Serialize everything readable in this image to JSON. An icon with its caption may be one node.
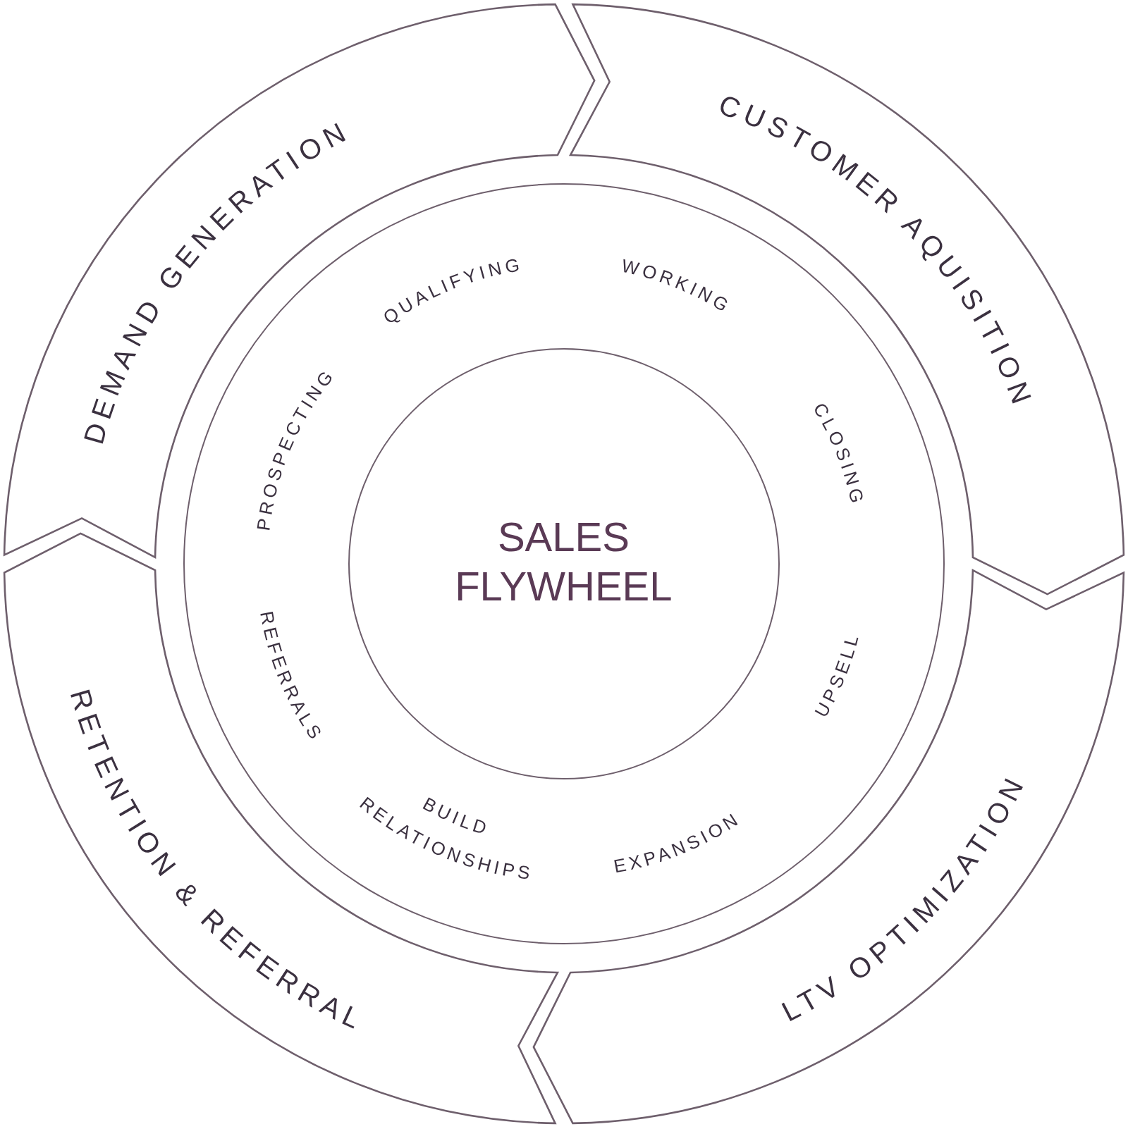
{
  "diagram": {
    "nodes": [
      {
        "text": [
          "DEMAND GENERATION"
        ]
      },
      {
        "text": [
          "CUSTOMER AQUISITION"
        ]
      },
      {
        "text": [
          "LTV OPTIMIZATION"
        ]
      },
      {
        "text": [
          "RETENTION & REFERRAL"
        ]
      },
      {
        "text": [
          "QUALIFYING",
          "WORKING",
          "PROSPECTING",
          "CLOSING",
          "REFERRALS",
          "UPSELL",
          "BUILD RELATIONSHIPS",
          "EXPANSION"
        ]
      },
      {
        "text": [
          "SALES FLYWHEEL"
        ],
        "in": 4
      }
    ]
  }
}
